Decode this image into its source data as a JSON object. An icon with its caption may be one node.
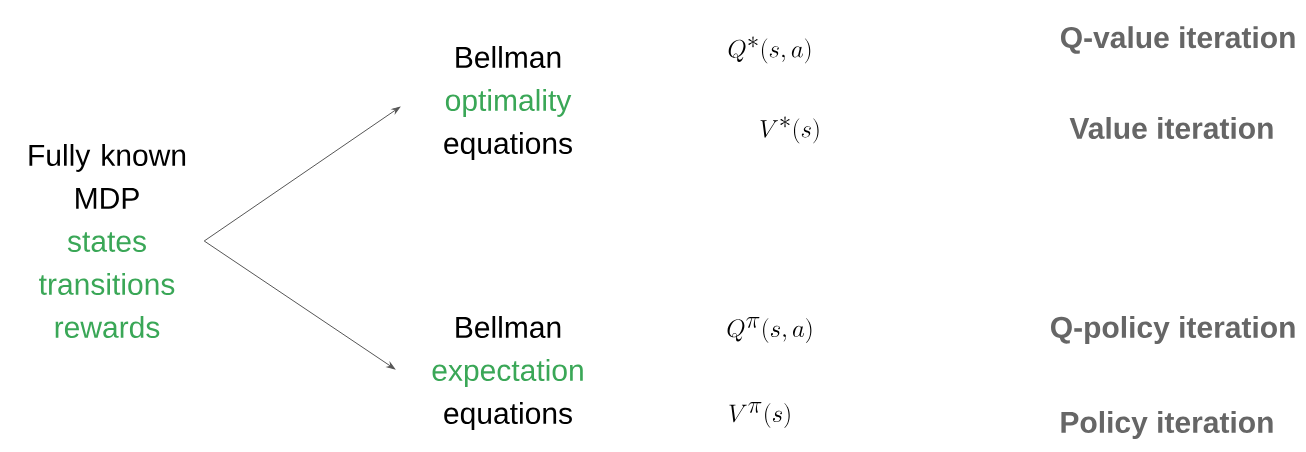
{
  "diagram": {
    "nodes": [
      {
        "text": [
          "Fully known MDP",
          "states",
          "transitions",
          "rewards"
        ]
      },
      {
        "text": [
          "Bellman",
          "optimality",
          "equations"
        ]
      },
      {
        "text": [
          "Bellman",
          "expectation",
          "equations"
        ]
      }
    ],
    "edges": [
      {
        "from": 0,
        "to": 1,
        "arrow": "to"
      },
      {
        "from": 0,
        "to": 2,
        "arrow": "to"
      }
    ],
    "labels": [
      "Q^*(s,a)",
      "Q-value iteration",
      "V^*(s)",
      "Value iteration",
      "Q^\\pi(s,a)",
      "Q-policy iteration",
      "V^\\pi(s)",
      "Policy iteration"
    ]
  }
}
